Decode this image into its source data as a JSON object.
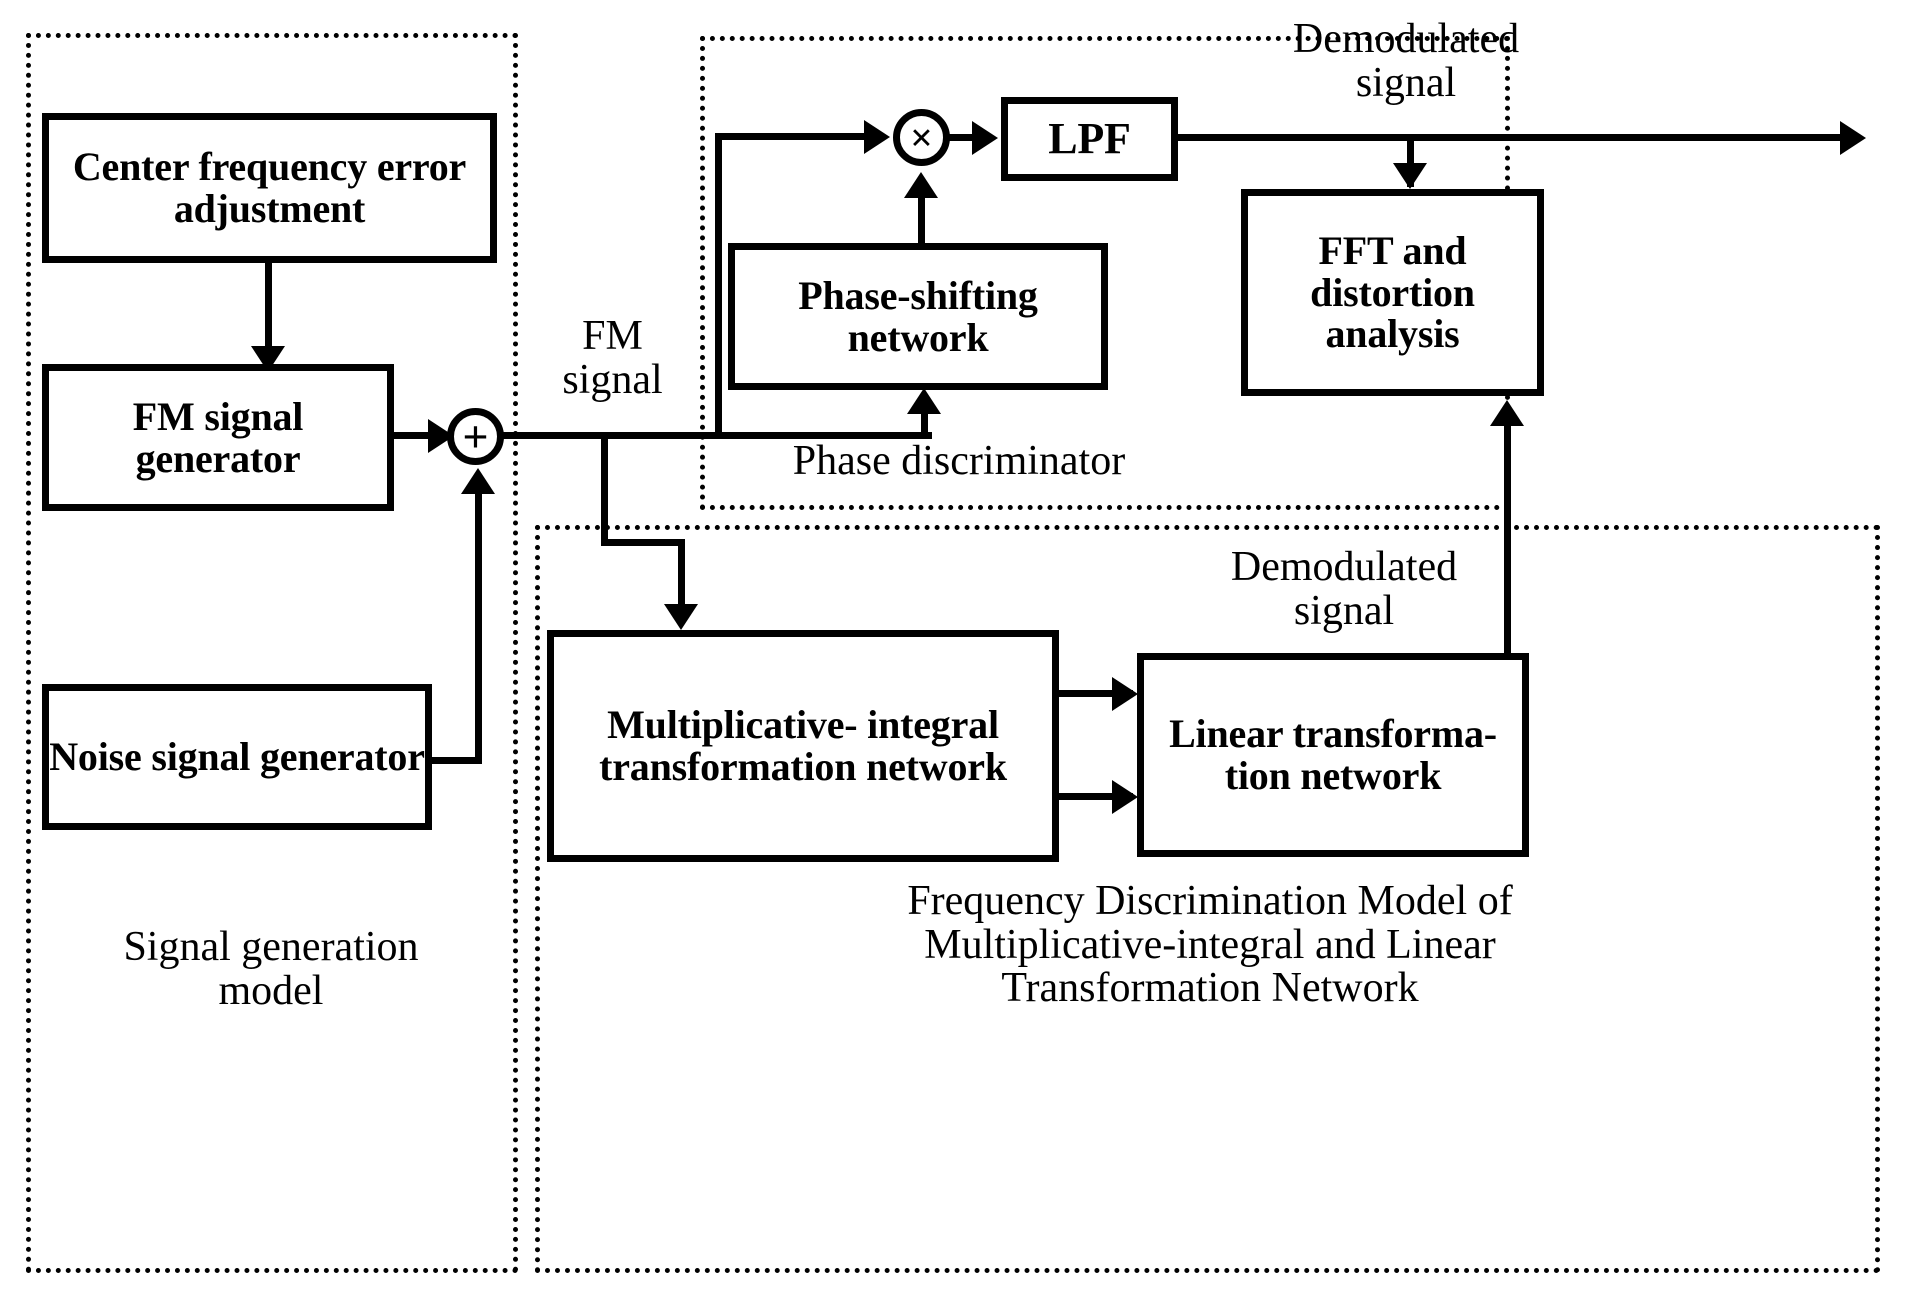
{
  "diagram": {
    "title": "FM signal generation, phase discrimination and multiplicative-integral frequency discrimination block diagram",
    "colors": {
      "stroke": "#000000",
      "background": "#ffffff"
    }
  },
  "groups": {
    "signal_generation": {
      "caption": "Signal generation\nmodel"
    },
    "phase_discriminator": {
      "caption": "Phase discriminator"
    },
    "frequency_discrimination_model": {
      "caption": "Frequency Discrimination Model of\nMultiplicative-integral and Linear\nTransformation Network"
    }
  },
  "blocks": {
    "center_freq": {
      "label": "Center frequency\nerror adjustment"
    },
    "fm_generator": {
      "label": "FM signal\ngenerator"
    },
    "noise_generator": {
      "label": "Noise signal\ngenerator"
    },
    "phase_shifting": {
      "label": "Phase-shifting\nnetwork"
    },
    "lpf": {
      "label": "LPF"
    },
    "fft": {
      "label": "FFT and\ndistortion\nanalysis"
    },
    "mult_integral": {
      "label": "Multiplicative-\nintegral\ntransformation\nnetwork"
    },
    "linear_transform": {
      "label": "Linear\ntransforma-\ntion network"
    }
  },
  "operators": {
    "adder": {
      "glyph": "+",
      "name": "summing-junction"
    },
    "multiplier": {
      "glyph": "×",
      "name": "multiplier-junction"
    }
  },
  "signal_labels": {
    "fm_signal": "FM\nsignal",
    "demodulated_top": "Demodulated\nsignal",
    "demodulated_bottom": "Demodulated\nsignal"
  }
}
